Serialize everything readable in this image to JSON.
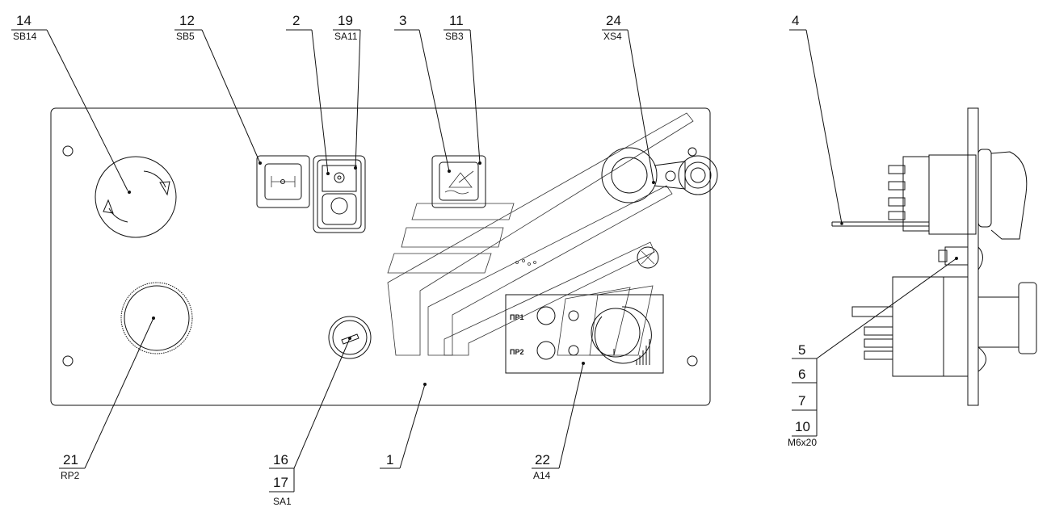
{
  "callouts": {
    "c14": {
      "num": "14",
      "code": "SB14"
    },
    "c12": {
      "num": "12",
      "code": "SB5"
    },
    "c2": {
      "num": "2"
    },
    "c19": {
      "num": "19",
      "code": "SA11"
    },
    "c3": {
      "num": "3"
    },
    "c11": {
      "num": "11",
      "code": "SB3"
    },
    "c24": {
      "num": "24",
      "code": "XS4"
    },
    "c4": {
      "num": "4"
    },
    "c21": {
      "num": "21",
      "code": "RP2"
    },
    "c16": {
      "num": "16"
    },
    "c17": {
      "num": "17",
      "code": "SA1"
    },
    "c1": {
      "num": "1"
    },
    "c22": {
      "num": "22",
      "code": "A14"
    },
    "stack": {
      "n5": "5",
      "n6": "6",
      "n7": "7",
      "n10": "10",
      "code": "M6x20"
    }
  },
  "panel_labels": {
    "fuse1": "ПР1",
    "fuse2": "ПР2"
  }
}
